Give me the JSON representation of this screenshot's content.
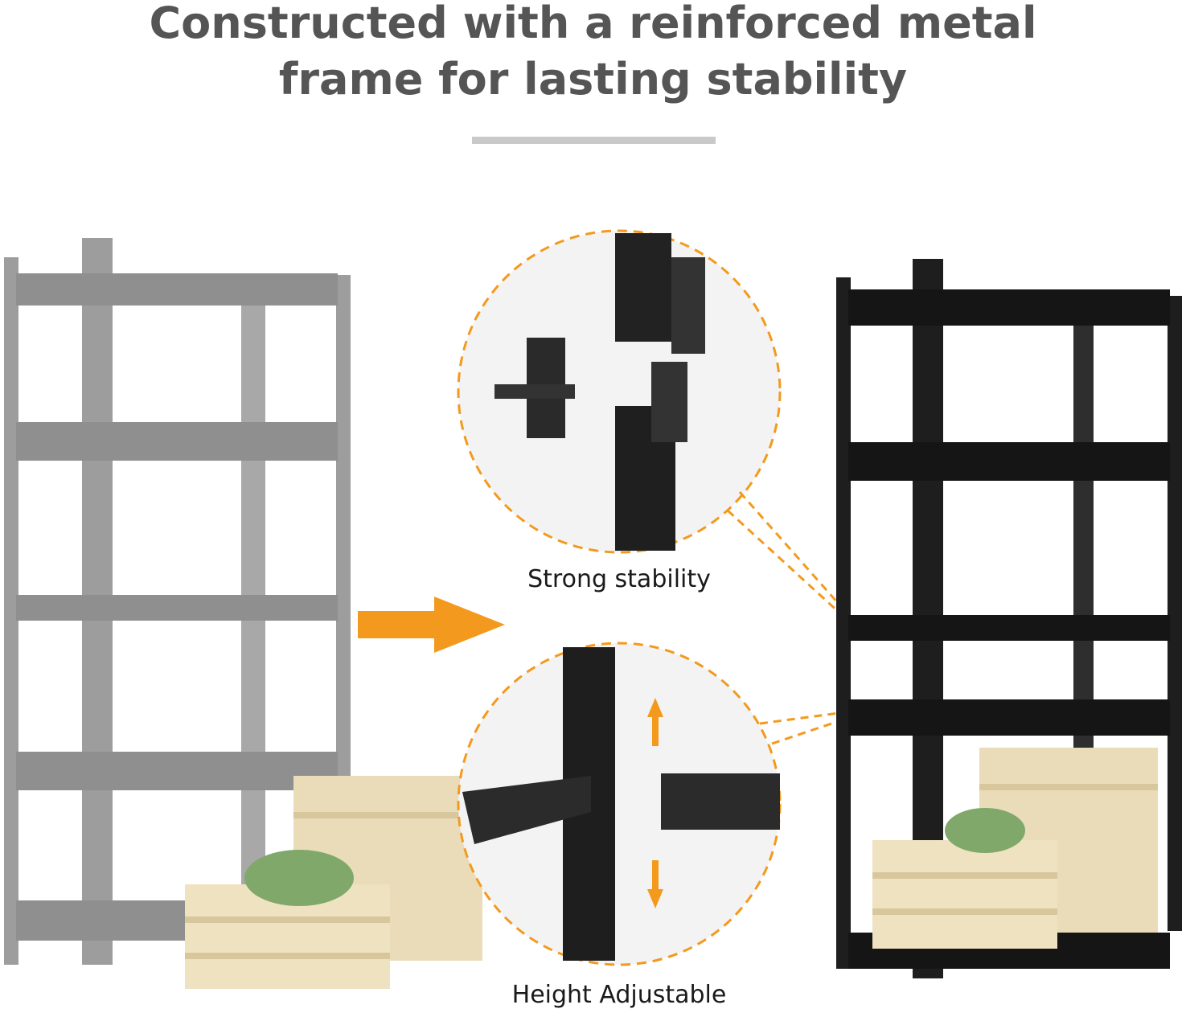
{
  "title": {
    "line1": "Constructed with a reinforced metal",
    "line2": "frame for lasting stability"
  },
  "callouts": [
    {
      "label": "Strong stability"
    },
    {
      "label": "Height Adjustable"
    }
  ],
  "colors": {
    "accent": "#f39a1e",
    "title": "#555555",
    "before_shelf": "#9a9a9a",
    "after_shelf": "#1e1e1e"
  }
}
